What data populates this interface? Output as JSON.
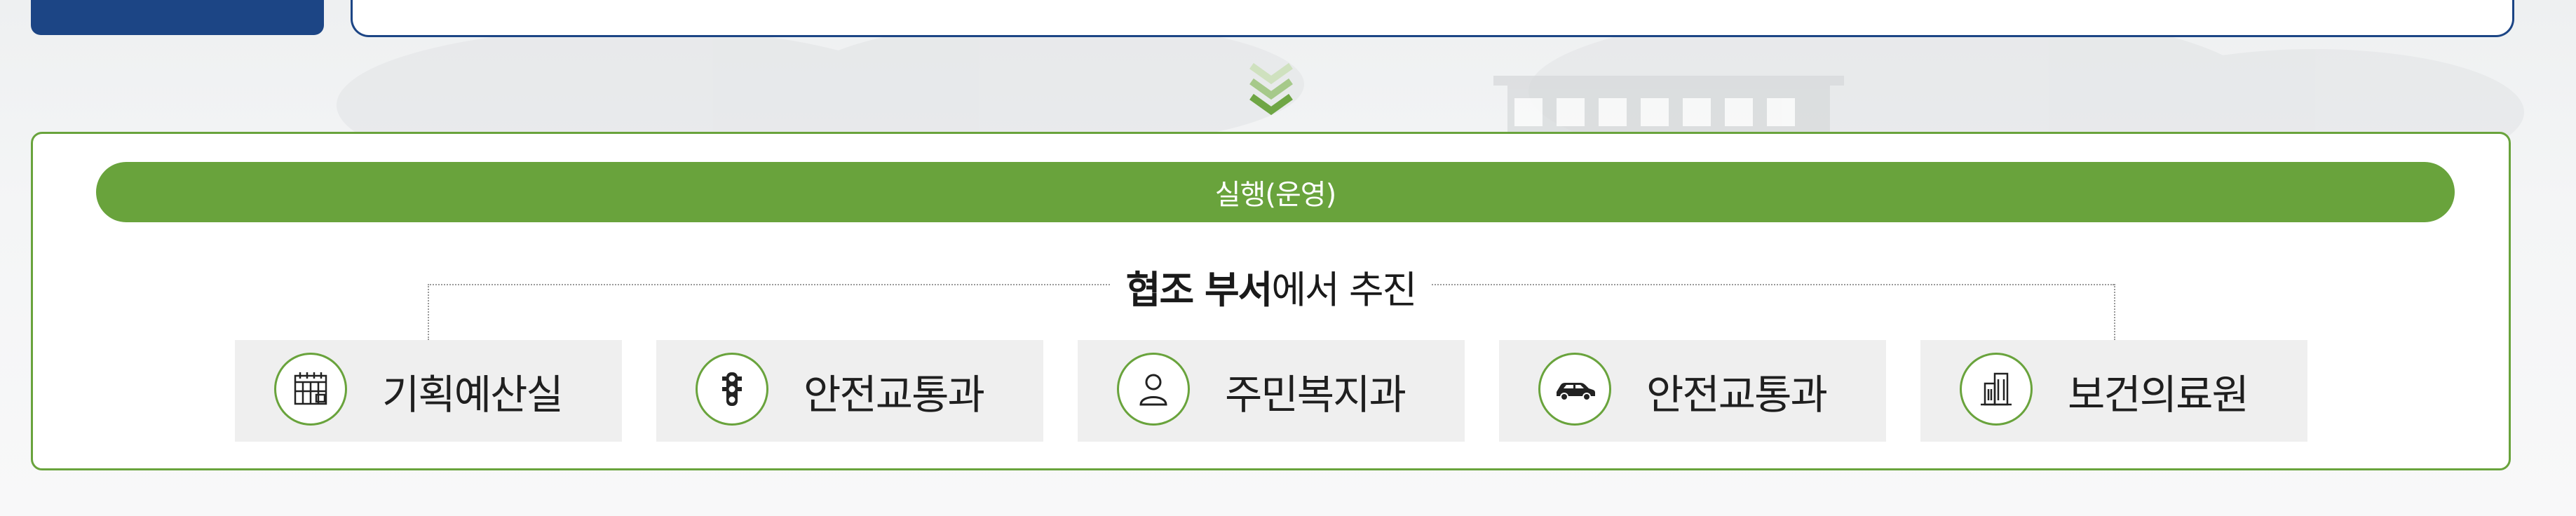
{
  "execution_bar": {
    "label": "실행(운영)"
  },
  "cooperation": {
    "title_bold": "협조 부서",
    "title_rest": "에서 추진"
  },
  "departments": [
    {
      "label": "기획예산실",
      "icon": "calendar-icon"
    },
    {
      "label": "안전교통과",
      "icon": "traffic-light-icon"
    },
    {
      "label": "주민복지과",
      "icon": "person-icon"
    },
    {
      "label": "안전교통과",
      "icon": "car-icon"
    },
    {
      "label": "보건의료원",
      "icon": "building-icon"
    }
  ],
  "colors": {
    "accent_green": "#69a33c",
    "navy": "#1c4585",
    "box_gray": "#efefef"
  }
}
